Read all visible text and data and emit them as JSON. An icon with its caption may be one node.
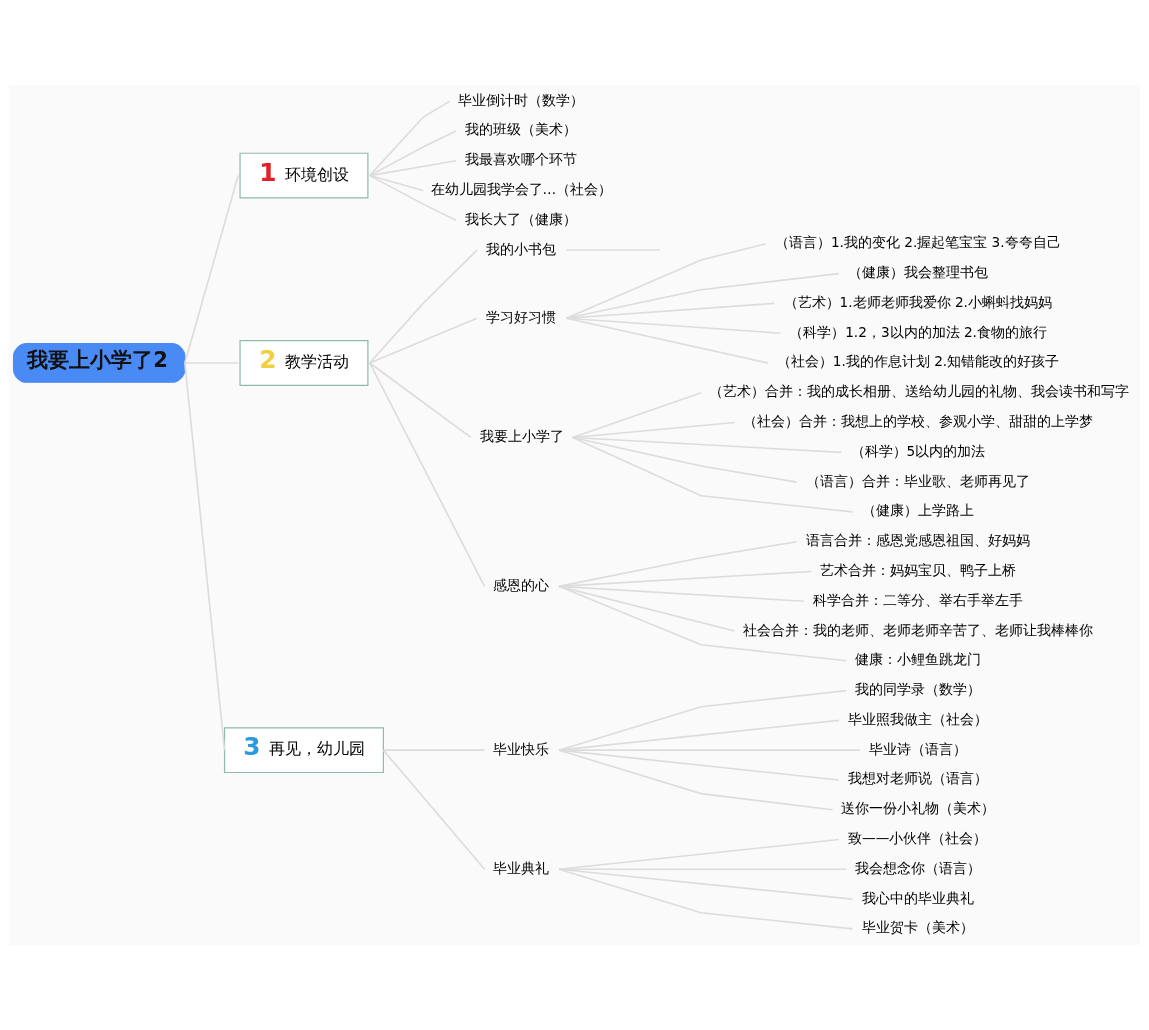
{
  "diagram": {
    "nodes": [
      {
        "text": [
          "我要上小学了2"
        ]
      },
      {
        "text": [
          "1",
          "环境创设"
        ]
      },
      {
        "text": [
          "毕业倒计时（数学）"
        ]
      },
      {
        "text": [
          "我的班级（美术）"
        ]
      },
      {
        "text": [
          "我最喜欢哪个环节"
        ]
      },
      {
        "text": [
          "在幼儿园我学会了…（社会）"
        ]
      },
      {
        "text": [
          "我长大了（健康）"
        ]
      },
      {
        "text": [
          "2",
          "教学活动"
        ]
      },
      {
        "text": [
          "我的小书包"
        ]
      },
      {
        "text": [
          "学习好习惯"
        ]
      },
      {
        "text": [
          "（语言）1.我的变化 2.握起笔宝宝 3.夸夸自己"
        ]
      },
      {
        "text": [
          "（健康）我会整理书包"
        ]
      },
      {
        "text": [
          "（艺术）1.老师老师我爱你 2.小蝌蚪找妈妈"
        ]
      },
      {
        "text": [
          "（科学）1.2，3以内的加法 2.食物的旅行"
        ]
      },
      {
        "text": [
          "（社会）1.我的作息计划 2.知错能改的好孩子"
        ]
      },
      {
        "text": [
          "我要上小学了"
        ]
      },
      {
        "text": [
          "（艺术）合并：我的成长相册、送给幼儿园的礼物、我会读书和写字"
        ]
      },
      {
        "text": [
          "（社会）合并：我想上的学校、参观小学、甜甜的上学梦"
        ]
      },
      {
        "text": [
          "（科学）5以内的加法"
        ]
      },
      {
        "text": [
          "（语言）合并：毕业歌、老师再见了"
        ]
      },
      {
        "text": [
          "（健康）上学路上"
        ]
      },
      {
        "text": [
          "感恩的心"
        ]
      },
      {
        "text": [
          "语言合并：感恩党感恩祖国、好妈妈"
        ]
      },
      {
        "text": [
          "艺术合并：妈妈宝贝、鸭子上桥"
        ]
      },
      {
        "text": [
          "科学合并：二等分、举右手举左手"
        ]
      },
      {
        "text": [
          "社会合并：我的老师、老师老师辛苦了、老师让我棒棒你"
        ]
      },
      {
        "text": [
          "健康：小鲤鱼跳龙门"
        ]
      },
      {
        "text": [
          "3",
          "再见，幼儿园"
        ]
      },
      {
        "text": [
          "毕业快乐"
        ]
      },
      {
        "text": [
          "我的同学录（数学）"
        ]
      },
      {
        "text": [
          "毕业照我做主（社会）"
        ]
      },
      {
        "text": [
          "毕业诗（语言）"
        ]
      },
      {
        "text": [
          "我想对老师说（语言）"
        ]
      },
      {
        "text": [
          "送你一份小礼物（美术）"
        ]
      },
      {
        "text": [
          "毕业典礼"
        ]
      },
      {
        "text": [
          "致——小伙伴（社会）"
        ]
      },
      {
        "text": [
          "我会想念你（语言）"
        ]
      },
      {
        "text": [
          "我心中的毕业典礼"
        ]
      },
      {
        "text": [
          "毕业贺卡（美术）"
        ]
      }
    ],
    "edges": [
      {
        "from": 0,
        "to": 1,
        "arrow": "none"
      },
      {
        "from": 1,
        "to": 2,
        "arrow": "none"
      },
      {
        "from": 1,
        "to": 3,
        "arrow": "none"
      },
      {
        "from": 1,
        "to": 4,
        "arrow": "none"
      },
      {
        "from": 1,
        "to": 5,
        "arrow": "none"
      },
      {
        "from": 1,
        "to": 6,
        "arrow": "none"
      },
      {
        "from": 0,
        "to": 7,
        "arrow": "none"
      },
      {
        "from": 7,
        "to": 8,
        "arrow": "none"
      },
      {
        "from": 8,
        "to": null,
        "arrow": "none"
      },
      {
        "from": 7,
        "to": 9,
        "arrow": "none"
      },
      {
        "from": 9,
        "to": 10,
        "arrow": "none"
      },
      {
        "from": 9,
        "to": 11,
        "arrow": "none"
      },
      {
        "from": 9,
        "to": 12,
        "arrow": "none"
      },
      {
        "from": 9,
        "to": 13,
        "arrow": "none"
      },
      {
        "from": 9,
        "to": 14,
        "arrow": "none"
      },
      {
        "from": 7,
        "to": 15,
        "arrow": "none"
      },
      {
        "from": 15,
        "to": 16,
        "arrow": "none"
      },
      {
        "from": 15,
        "to": 17,
        "arrow": "none"
      },
      {
        "from": 15,
        "to": 18,
        "arrow": "none"
      },
      {
        "from": 15,
        "to": 19,
        "arrow": "none"
      },
      {
        "from": 15,
        "to": 20,
        "arrow": "none"
      },
      {
        "from": 7,
        "to": 21,
        "arrow": "none"
      },
      {
        "from": 21,
        "to": 22,
        "arrow": "none"
      },
      {
        "from": 21,
        "to": 23,
        "arrow": "none"
      },
      {
        "from": 21,
        "to": 24,
        "arrow": "none"
      },
      {
        "from": 21,
        "to": 25,
        "arrow": "none"
      },
      {
        "from": 21,
        "to": 26,
        "arrow": "none"
      },
      {
        "from": 0,
        "to": 27,
        "arrow": "none"
      },
      {
        "from": 27,
        "to": 28,
        "arrow": "none"
      },
      {
        "from": 28,
        "to": 29,
        "arrow": "none"
      },
      {
        "from": 28,
        "to": 30,
        "arrow": "none"
      },
      {
        "from": 28,
        "to": 31,
        "arrow": "none"
      },
      {
        "from": 28,
        "to": 32,
        "arrow": "none"
      },
      {
        "from": 28,
        "to": 33,
        "arrow": "none"
      },
      {
        "from": 27,
        "to": 34,
        "arrow": "none"
      },
      {
        "from": 34,
        "to": 35,
        "arrow": "none"
      },
      {
        "from": 34,
        "to": 36,
        "arrow": "none"
      },
      {
        "from": 34,
        "to": 37,
        "arrow": "none"
      },
      {
        "from": 34,
        "to": 38,
        "arrow": "none"
      }
    ]
  }
}
